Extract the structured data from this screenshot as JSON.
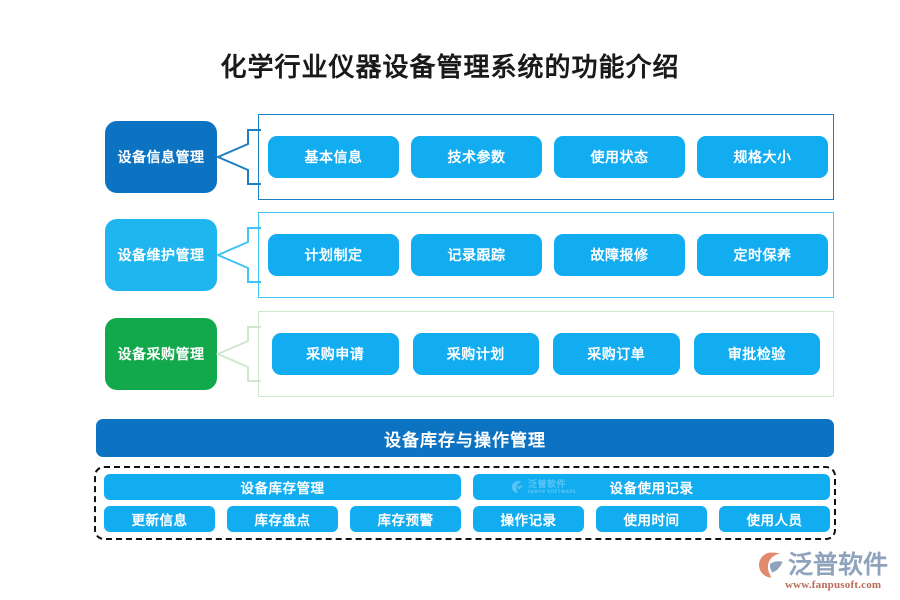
{
  "page": {
    "title": "化学行业仪器设备管理系统的功能介绍",
    "colors": {
      "dark_blue": "#0c73c2",
      "light_blue": "#1fb6f0",
      "pill_blue": "#12ACF0",
      "green": "#12a94d",
      "dashed_border": "#111111",
      "logo_text": "#8fa3bd",
      "logo_url": "#b86a56"
    }
  },
  "rows": [
    {
      "category": "设备信息管理",
      "category_color": "#0c73c2",
      "border_color": "#1c7fc4",
      "arrow_color": "#1c7fc4",
      "items": [
        "基本信息",
        "技术参数",
        "使用状态",
        "规格大小"
      ]
    },
    {
      "category": "设备维护管理",
      "category_color": "#1fb6f0",
      "border_color": "#3fc4f5",
      "arrow_color": "#3fc4f5",
      "items": [
        "计划制定",
        "记录跟踪",
        "故障报修",
        "定时保养"
      ]
    },
    {
      "category": "设备采购管理",
      "category_color": "#12a94d",
      "border_color": "#cfe7cf",
      "arrow_color": "#cfe7cf",
      "items": [
        "采购申请",
        "采购计划",
        "采购订单",
        "审批检验"
      ]
    }
  ],
  "banner": {
    "label": "设备库存与操作管理"
  },
  "bottom_group": {
    "wide_bars": [
      "设备库存管理",
      "设备使用记录"
    ],
    "small_items": [
      "更新信息",
      "库存盘点",
      "库存预警",
      "操作记录",
      "使用时间",
      "使用人员"
    ]
  },
  "watermark": {
    "cn": "泛普软件",
    "en": "FANPU SOFTWARE"
  },
  "footer_logo": {
    "cn": "泛普软件",
    "url": "www.fanpusoft.com"
  }
}
